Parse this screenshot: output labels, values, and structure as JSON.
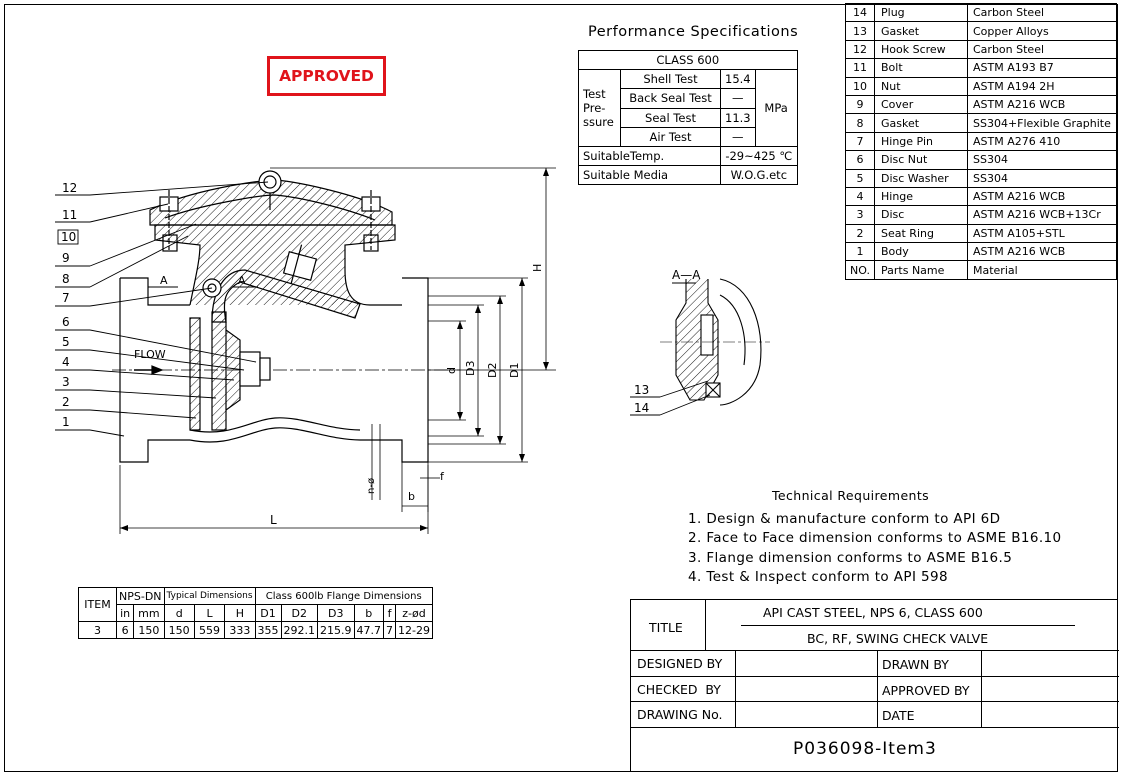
{
  "stamp": "APPROVED",
  "parts": {
    "footer": {
      "no": "NO.",
      "name": "Parts Name",
      "material": "Material"
    },
    "items": [
      {
        "no": "14",
        "name": "Plug",
        "material": "Carbon Steel"
      },
      {
        "no": "13",
        "name": "Gasket",
        "material": "Copper Alloys"
      },
      {
        "no": "12",
        "name": "Hook Screw",
        "material": "Carbon Steel"
      },
      {
        "no": "11",
        "name": "Bolt",
        "material": "ASTM A193 B7"
      },
      {
        "no": "10",
        "name": "Nut",
        "material": "ASTM A194 2H"
      },
      {
        "no": "9",
        "name": "Cover",
        "material": "ASTM A216 WCB"
      },
      {
        "no": "8",
        "name": "Gasket",
        "material": "SS304+Flexible Graphite"
      },
      {
        "no": "7",
        "name": "Hinge Pin",
        "material": "ASTM A276 410"
      },
      {
        "no": "6",
        "name": "Disc Nut",
        "material": "SS304"
      },
      {
        "no": "5",
        "name": "Disc Washer",
        "material": "SS304"
      },
      {
        "no": "4",
        "name": "Hinge",
        "material": "ASTM A216 WCB"
      },
      {
        "no": "3",
        "name": "Disc",
        "material": "ASTM A216 WCB+13Cr"
      },
      {
        "no": "2",
        "name": "Seat Ring",
        "material": "ASTM A105+STL"
      },
      {
        "no": "1",
        "name": "Body",
        "material": "ASTM A216 WCB"
      }
    ]
  },
  "performance": {
    "title": "Performance Specifications",
    "class": "CLASS 600",
    "test_label_1": "Test",
    "test_label_2": "Pre-",
    "test_label_3": "ssure",
    "unit": "MPa",
    "shell_test": "Shell Test",
    "shell_value": "15.4",
    "back_seal_test": "Back Seal Test",
    "back_seal_value": "—",
    "seal_test": "Seal Test",
    "seal_value": "11.3",
    "air_test": "Air Test",
    "air_value": "—",
    "temp_label": "SuitableTemp.",
    "temp_value": "-29~425 ℃",
    "media_label": "Suitable Media",
    "media_value": "W.O.G.etc"
  },
  "dimensions": {
    "h_item": "ITEM",
    "h_nps": "NPS-DN",
    "h_typical": "Typical Dimensions",
    "h_flange": "Class 600lb Flange Dimensions",
    "sub": [
      "in",
      "mm",
      "d",
      "L",
      "H",
      "D1",
      "D2",
      "D3",
      "b",
      "f",
      "z-ød"
    ],
    "row": [
      "3",
      "6",
      "150",
      "150",
      "559",
      "333",
      "355",
      "292.1",
      "215.9",
      "47.7",
      "7",
      "12-29"
    ]
  },
  "technical": {
    "title": "Technical Requirements",
    "items": [
      "1. Design & manufacture conform to API 6D",
      "2. Face to Face dimension conforms to ASME B16.10",
      "3. Flange dimension conforms to ASME B16.5",
      "4. Test & Inspect conform to API 598"
    ]
  },
  "title_block": {
    "title_label": "TITLE",
    "title_line1": "API CAST STEEL, NPS 6, CLASS 600",
    "title_line2": "BC, RF, SWING CHECK VALVE",
    "designed_by": "DESIGNED BY",
    "drawn_by": "DRAWN BY",
    "checked_by": "CHECKED  BY",
    "approved_by": "APPROVED BY",
    "drawing_no": "DRAWING No.",
    "date": "DATE",
    "number": "P036098-Item3"
  },
  "drawing": {
    "balloons": [
      "12",
      "11",
      "10",
      "9",
      "8",
      "7",
      "6",
      "5",
      "4",
      "3",
      "2",
      "1"
    ],
    "flow": "FLOW",
    "section_mark": "A",
    "section_title": "A—A",
    "section_balloons": [
      "13",
      "14"
    ],
    "dim_labels": {
      "H": "H",
      "L": "L",
      "d": "d",
      "D3": "D3",
      "D2": "D2",
      "D1": "D1",
      "b": "b",
      "f": "f",
      "nd": "n-ø"
    }
  }
}
